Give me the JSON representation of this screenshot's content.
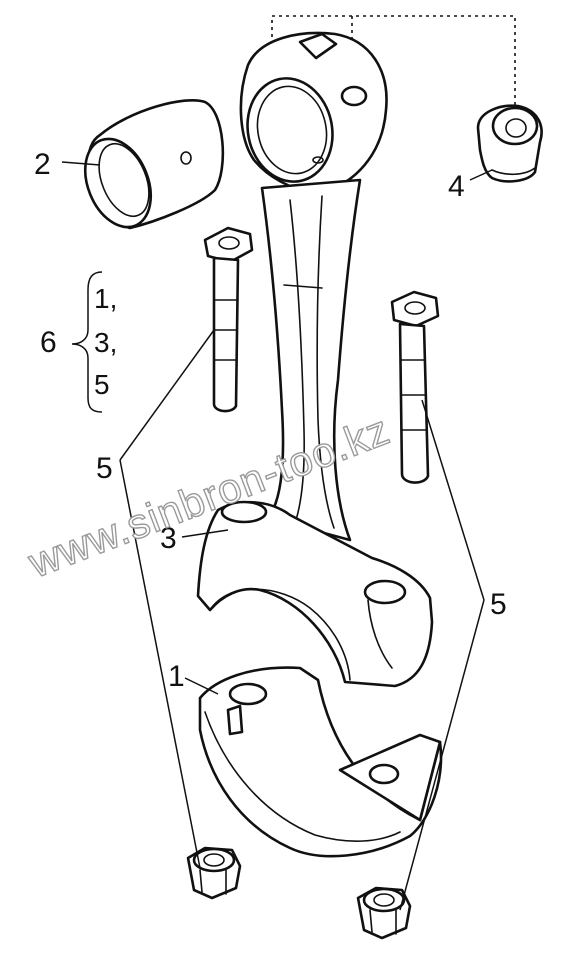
{
  "callouts": {
    "bushing": "2",
    "nut_plug": "4",
    "kit_number": "6",
    "kit_item_1": "1,",
    "kit_item_2": "3,",
    "kit_item_3": "5",
    "bolt_left": "5",
    "bolt_right": "5",
    "rod_body": "3",
    "bearing_cap": "1"
  },
  "watermark": "www.sinbron-too.kz",
  "colors": {
    "line": "#111111",
    "background": "#ffffff",
    "watermark": "#9a9a9a"
  }
}
